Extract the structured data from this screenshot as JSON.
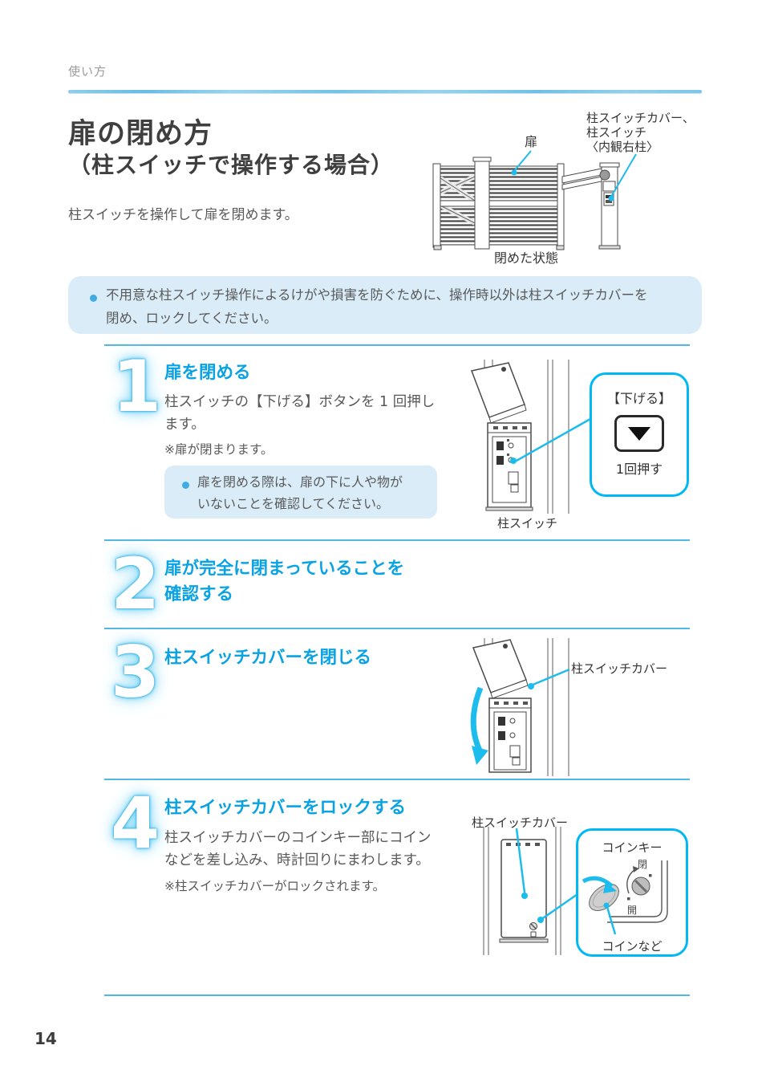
{
  "colors": {
    "accent_blue": "#09A2E3",
    "leader_cyan": "#1CBCEC",
    "notice_bg": "#D9ECF8",
    "divider_blue": "#4FB8E4"
  },
  "page": {
    "header": "使い方",
    "number": "14"
  },
  "title": {
    "main": "扉の閉め方",
    "sub": "（柱スイッチで操作する場合）"
  },
  "intro": "柱スイッチを操作して扉を閉めます。",
  "overview": {
    "gate_label": "扉",
    "pillar_label_1": "柱スイッチカバー、",
    "pillar_label_2": "柱スイッチ",
    "pillar_label_3": "〈内観右柱〉",
    "caption": "閉めた状態"
  },
  "notice": {
    "line1": "不用意な柱スイッチ操作によるけがや損害を防ぐために、操作時以外は柱スイッチカバーを",
    "line2": "閉め、ロックしてください。"
  },
  "step1": {
    "number": "1",
    "heading": "扉を閉める",
    "body1": "柱スイッチの【下げる】ボタンを 1 回押し",
    "body2": "ます。",
    "note": "※扉が閉まります。",
    "tip1": "扉を閉める際は、扉の下に人や物が",
    "tip2": "いないことを確認してください。",
    "caption": "柱スイッチ",
    "callout_label": "【下げる】",
    "callout_action": "1回押す"
  },
  "step2": {
    "number": "2",
    "heading1": "扉が完全に閉まっていることを",
    "heading2": "確認する"
  },
  "step3": {
    "number": "3",
    "heading": "柱スイッチカバーを閉じる",
    "label": "柱スイッチカバー"
  },
  "step4": {
    "number": "4",
    "heading": "柱スイッチカバーをロックする",
    "body1": "柱スイッチカバーのコインキー部にコイン",
    "body2": "などを差し込み、時計回りにまわします。",
    "note": "※柱スイッチカバーがロックされます。",
    "label": "柱スイッチカバー",
    "callout_title": "コインキー",
    "coin_label": "コインなど",
    "dial_close": "閉",
    "dial_open": "開"
  }
}
